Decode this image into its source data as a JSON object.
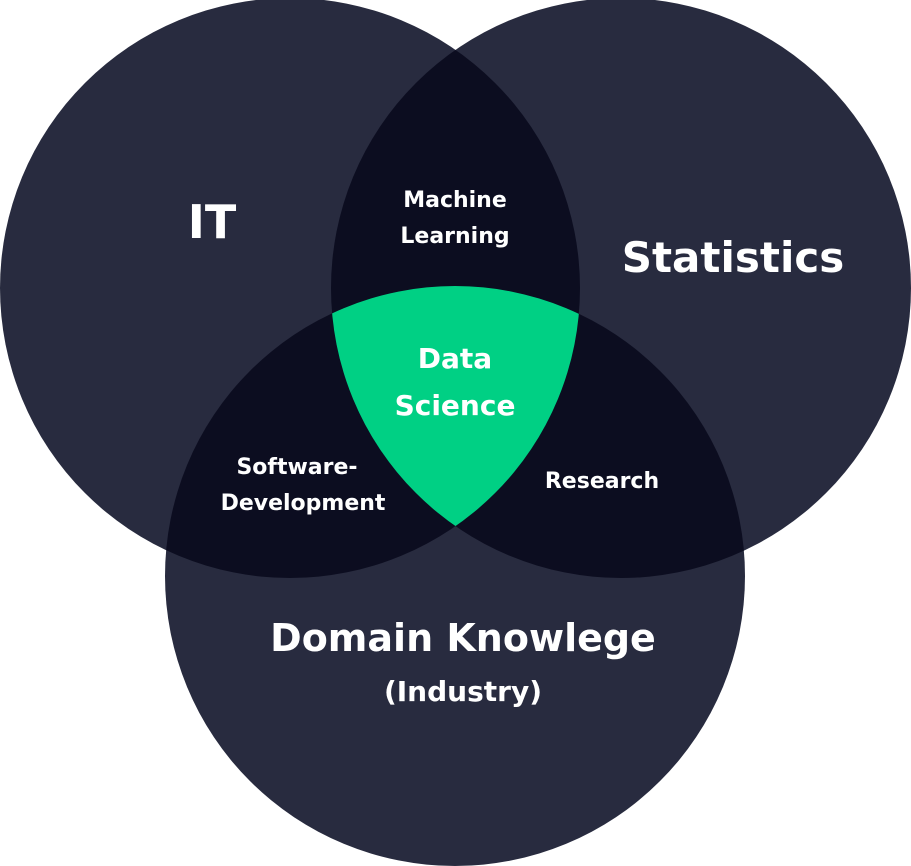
{
  "colors": {
    "circle_fill": "#282b3f",
    "pair_overlap_fill": "#0c0d20",
    "center_fill": "#00d084",
    "text": "#ffffff",
    "background": "#ffffff"
  },
  "circles": {
    "it": {
      "label": "IT"
    },
    "statistics": {
      "label": "Statistics"
    },
    "domain": {
      "label": "Domain Knowlege",
      "sublabel": "(Industry)"
    }
  },
  "overlaps": {
    "it_statistics": {
      "line1": "Machine",
      "line2": "Learning"
    },
    "it_domain": {
      "line1": "Software-",
      "line2": "Development"
    },
    "statistics_domain": {
      "label": "Research"
    },
    "center": {
      "line1": "Data",
      "line2": "Science"
    }
  }
}
